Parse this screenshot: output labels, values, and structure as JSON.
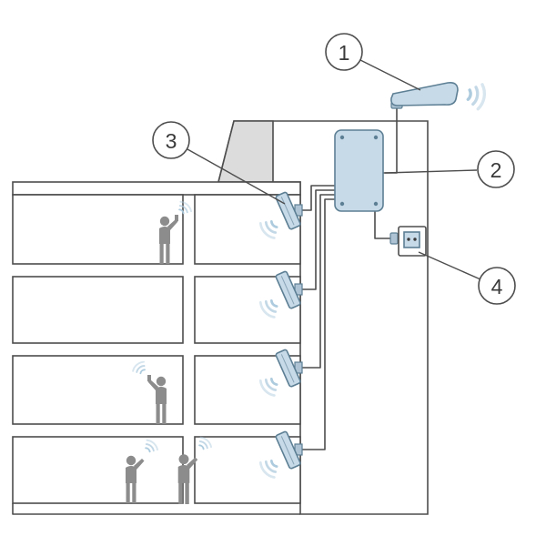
{
  "diagram": {
    "type": "technical-illustration",
    "subject": "Building cellular signal booster installation cutaway",
    "callouts": [
      {
        "number": "1",
        "label": "outdoor-donor-antenna"
      },
      {
        "number": "2",
        "label": "signal-booster-unit"
      },
      {
        "number": "3",
        "label": "indoor-panel-antenna"
      },
      {
        "number": "4",
        "label": "power-outlet"
      }
    ],
    "components": {
      "indoor_antenna_count": 4,
      "floor_count": 4,
      "people_count": 4
    },
    "colors": {
      "background": "#ffffff",
      "outline": "#4d4d4d",
      "device_fill": "#c7dae8",
      "device_stroke": "#5d7f94",
      "signal_wave": "#a9c8dc",
      "roof_fill": "#dcdcdc",
      "person": "#8c8c8c"
    }
  }
}
